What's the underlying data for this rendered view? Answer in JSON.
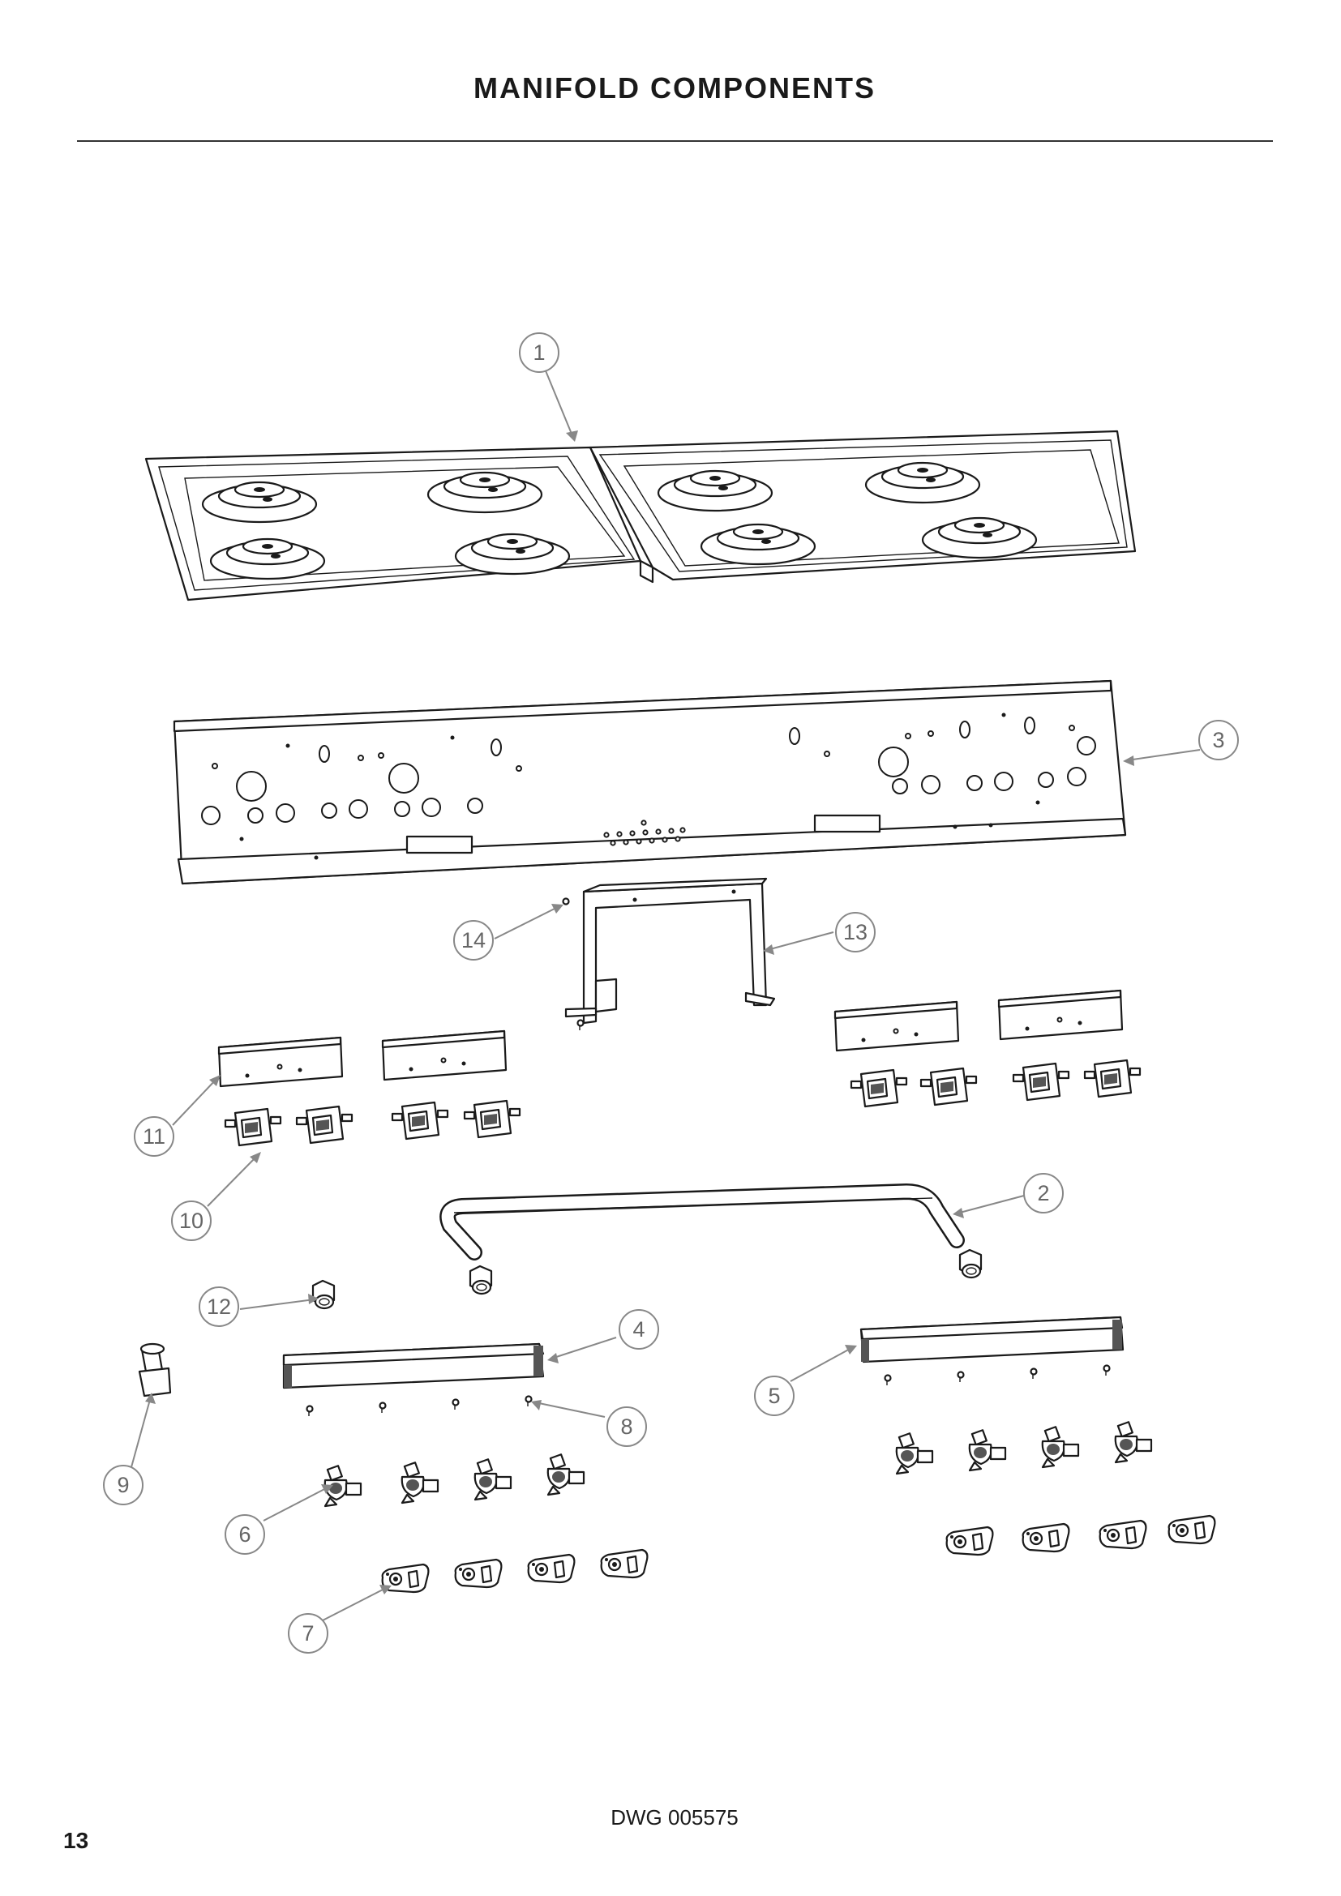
{
  "page": {
    "title": "MANIFOLD COMPONENTS",
    "drawing_number": "DWG 005575",
    "page_number": "13"
  },
  "callouts": [
    {
      "id": "callout-1",
      "label": "1"
    },
    {
      "id": "callout-2",
      "label": "2"
    },
    {
      "id": "callout-3",
      "label": "3"
    },
    {
      "id": "callout-4",
      "label": "4"
    },
    {
      "id": "callout-5",
      "label": "5"
    },
    {
      "id": "callout-6",
      "label": "6"
    },
    {
      "id": "callout-7",
      "label": "7"
    },
    {
      "id": "callout-8",
      "label": "8"
    },
    {
      "id": "callout-9",
      "label": "9"
    },
    {
      "id": "callout-10",
      "label": "10"
    },
    {
      "id": "callout-11",
      "label": "11"
    },
    {
      "id": "callout-12",
      "label": "12"
    },
    {
      "id": "callout-13",
      "label": "13"
    },
    {
      "id": "callout-14",
      "label": "14"
    }
  ]
}
